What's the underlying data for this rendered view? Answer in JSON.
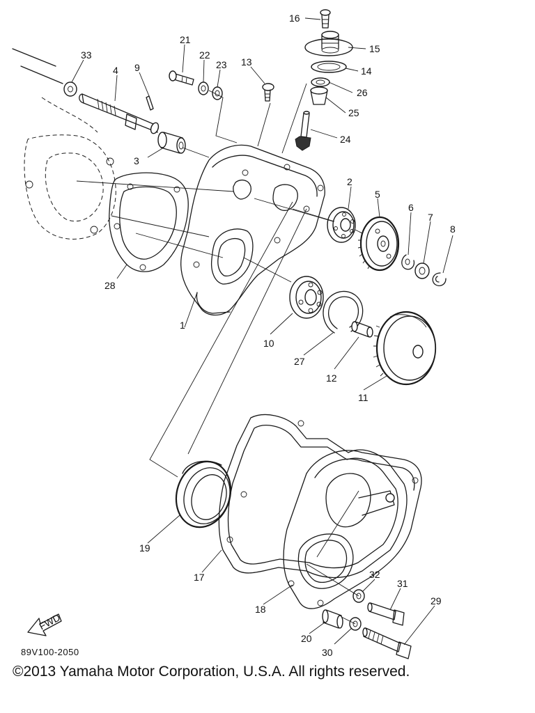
{
  "diagram": {
    "part_labels": {
      "p1": "1",
      "p2": "2",
      "p3": "3",
      "p4": "4",
      "p5": "5",
      "p6": "6",
      "p7": "7",
      "p8": "8",
      "p9": "9",
      "p10": "10",
      "p11": "11",
      "p12": "12",
      "p13": "13",
      "p14": "14",
      "p15": "15",
      "p16": "16",
      "p17": "17",
      "p18": "18",
      "p19": "19",
      "p20": "20",
      "p21": "21",
      "p22": "22",
      "p23": "23",
      "p24": "24",
      "p25": "25",
      "p26": "26",
      "p27": "27",
      "p28": "28",
      "p29": "29",
      "p30": "30",
      "p31": "31",
      "p32": "32",
      "p33": "33"
    },
    "fwd_label": "FWD",
    "diagram_code": "89V100-2050"
  },
  "footer": {
    "copyright": "©2013 Yamaha Motor Corporation, U.S.A. All rights reserved."
  }
}
